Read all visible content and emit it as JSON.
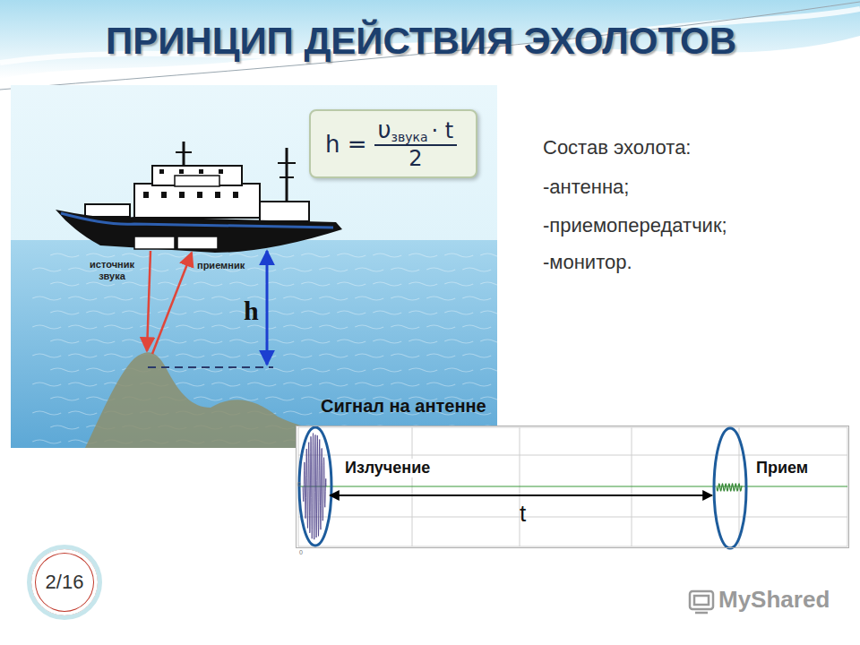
{
  "diagram": {
    "title": "ПРИНЦИП ДЕЙСТВИЯ ЭХОЛОТОВ",
    "nodes": [
      {
        "text": [
          "h =",
          "υ",
          "звука",
          "· t",
          "2"
        ]
      },
      {
        "text": [
          "Сигнал на антенне"
        ]
      },
      {
        "text": [
          "2/16"
        ]
      }
    ],
    "labels": [
      "источник звука",
      "приемник",
      "h",
      "Состав эхолота:",
      "-антенна;",
      "-приемопередатчик;",
      "-монитор.",
      "Излучение",
      "Прием",
      "t",
      "0",
      "0",
      "MyShared"
    ]
  }
}
